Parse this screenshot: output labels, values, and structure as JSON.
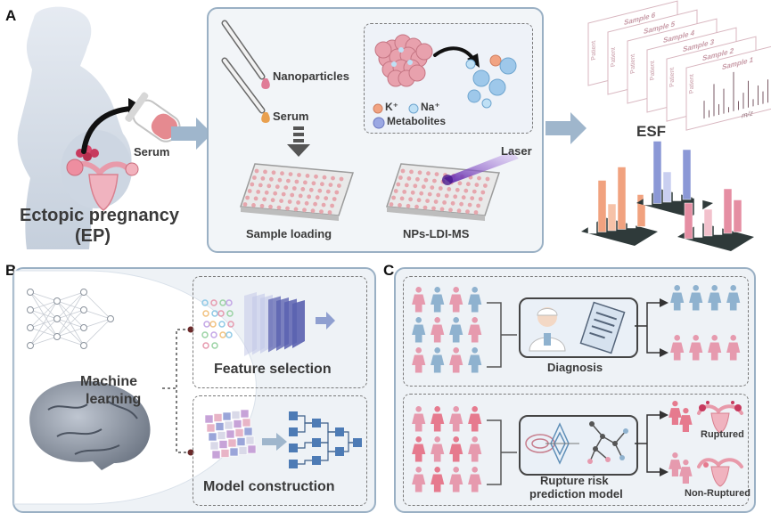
{
  "panels": {
    "a": "A",
    "b": "B",
    "c": "C"
  },
  "panel_a": {
    "subject_label_1": "Ectopic pregnancy",
    "subject_label_2": "(EP)",
    "serum_label": "Serum",
    "nanoparticles_label": "Nanoparticles",
    "serum_drop_label": "Serum",
    "sample_loading_label": "Sample loading",
    "method_label": "NPs-LDI-MS",
    "laser_label": "Laser",
    "legend_k": "K⁺",
    "legend_na": "Na⁺",
    "legend_metabolites": "Metabolites",
    "esf_label": "ESF",
    "spectra": {
      "sample_labels": [
        "Sample 6",
        "Sample 5",
        "Sample 4",
        "Sample 3",
        "Sample 2",
        "Sample 1"
      ],
      "patient_label": "Patient",
      "mz_label": "m/z"
    }
  },
  "panel_b": {
    "ml_label_1": "Machine",
    "ml_label_2": "learning",
    "feature_selection_label": "Feature selection",
    "model_construction_label": "Model construction"
  },
  "panel_c": {
    "diagnosis_label": "Diagnosis",
    "rupture_label_1": "Rupture risk",
    "rupture_label_2": "prediction model",
    "ruptured_label": "Ruptured",
    "non_ruptured_label": "Non-Ruptured"
  },
  "colors": {
    "panel_border": "#9ab0c4",
    "panel_fill": "#f2f5f8",
    "blue_person": "#8fb2cf",
    "pink_person": "#e69aae",
    "arrow": "#9fb6cc",
    "bar_orange": "#f1a27f",
    "bar_blue": "#8b98d6",
    "bar_pink": "#e58ea3"
  }
}
